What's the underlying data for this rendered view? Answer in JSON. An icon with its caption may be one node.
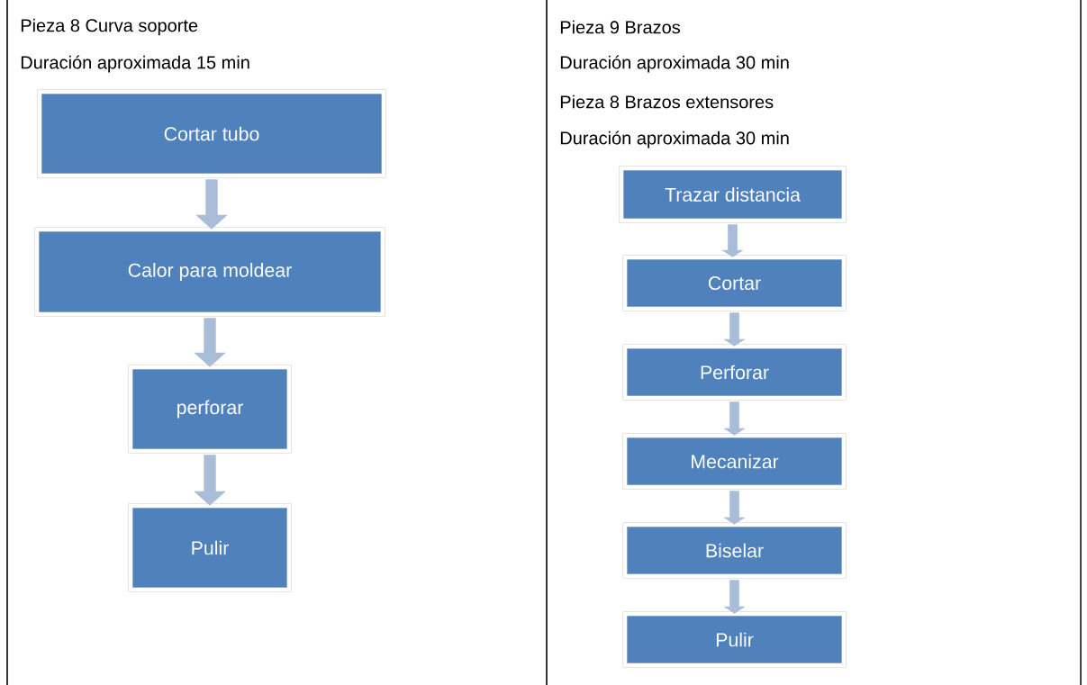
{
  "diagram": {
    "nodes": [
      {
        "text": [
          "Cortar  tubo"
        ]
      },
      {
        "text": [
          "Calor para moldear"
        ]
      },
      {
        "text": [
          "perforar"
        ]
      },
      {
        "text": [
          "Pulir"
        ]
      },
      {
        "text": [
          "Trazar distancia"
        ]
      },
      {
        "text": [
          "Cortar"
        ]
      },
      {
        "text": [
          "Perforar"
        ]
      },
      {
        "text": [
          "Mecanizar"
        ]
      },
      {
        "text": [
          "Biselar"
        ]
      },
      {
        "text": [
          "Pulir"
        ]
      }
    ],
    "edges": [
      {
        "from": 0,
        "to": 1,
        "arrow": "to"
      },
      {
        "from": 1,
        "to": 2,
        "arrow": "to"
      },
      {
        "from": 2,
        "to": 3,
        "arrow": "to"
      },
      {
        "from": 4,
        "to": 5,
        "arrow": "to"
      },
      {
        "from": 5,
        "to": 6,
        "arrow": "to"
      },
      {
        "from": 6,
        "to": 7,
        "arrow": "to"
      },
      {
        "from": 7,
        "to": 8,
        "arrow": "to"
      },
      {
        "from": 8,
        "to": 9,
        "arrow": "to"
      }
    ],
    "labels": [
      "Pieza 8 Curva soporte",
      "Duración aproximada 15 min",
      "Pieza 9 Brazos",
      "Duración aproximada 30 min",
      "Pieza 8 Brazos extensores",
      "Duración aproximada 30 min"
    ]
  }
}
